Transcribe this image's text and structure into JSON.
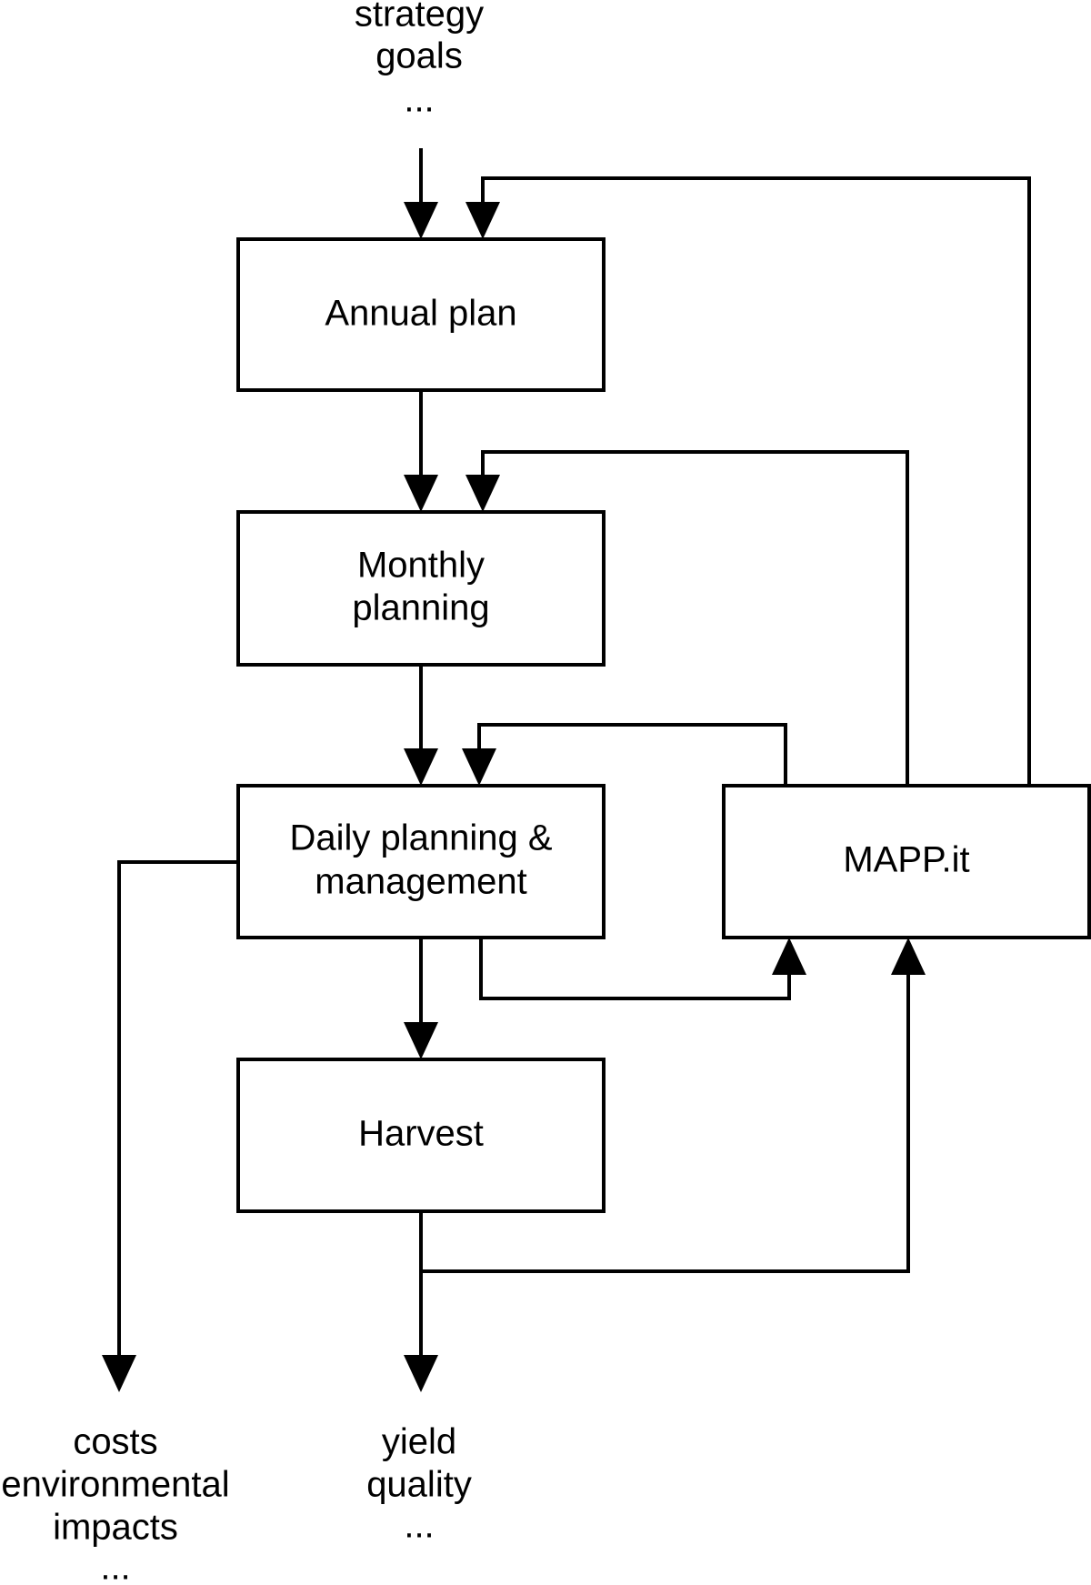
{
  "nodes": {
    "annual_plan": {
      "lines": [
        "Annual plan"
      ]
    },
    "monthly_planning": {
      "lines": [
        "Monthly",
        "planning"
      ]
    },
    "daily_planning": {
      "lines": [
        "Daily planning &",
        "management"
      ]
    },
    "harvest": {
      "lines": [
        "Harvest"
      ]
    },
    "mapp_it": {
      "lines": [
        "MAPP.it"
      ]
    }
  },
  "inputs": {
    "top": [
      "strategy",
      "goals",
      "..."
    ]
  },
  "outputs": {
    "left": [
      "costs",
      "environmental",
      "impacts",
      "..."
    ],
    "bottom": [
      "yield",
      "quality",
      "..."
    ]
  }
}
